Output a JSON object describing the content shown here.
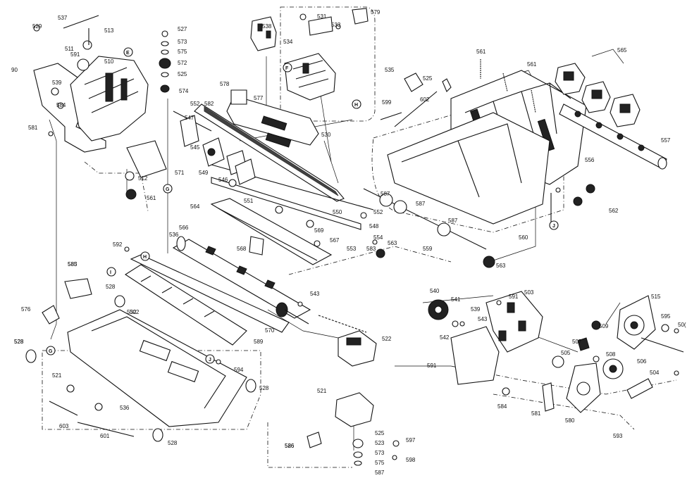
{
  "diagram": {
    "labels": [
      {
        "id": "p537",
        "text": "537"
      },
      {
        "id": "p513",
        "text": "513"
      },
      {
        "id": "p529",
        "text": "529"
      },
      {
        "id": "p511",
        "text": "511"
      },
      {
        "id": "p90",
        "text": "90"
      },
      {
        "id": "p591a",
        "text": "591"
      },
      {
        "id": "p510",
        "text": "510"
      },
      {
        "id": "p539a",
        "text": "539"
      },
      {
        "id": "p584a",
        "text": "584"
      },
      {
        "id": "p581a",
        "text": "581"
      },
      {
        "id": "p527",
        "text": "527"
      },
      {
        "id": "p573a",
        "text": "573"
      },
      {
        "id": "p575a",
        "text": "575"
      },
      {
        "id": "p572",
        "text": "572"
      },
      {
        "id": "p525a",
        "text": "525"
      },
      {
        "id": "p574",
        "text": "574"
      },
      {
        "id": "p552a",
        "text": "552"
      },
      {
        "id": "p582",
        "text": "582"
      },
      {
        "id": "p547",
        "text": "547"
      },
      {
        "id": "p545",
        "text": "545"
      },
      {
        "id": "p549",
        "text": "549"
      },
      {
        "id": "p546",
        "text": "546"
      },
      {
        "id": "p571",
        "text": "571"
      },
      {
        "id": "p512",
        "text": "512"
      },
      {
        "id": "p561a",
        "text": "561"
      },
      {
        "id": "p538",
        "text": "538"
      },
      {
        "id": "p531",
        "text": "531"
      },
      {
        "id": "p579",
        "text": "579"
      },
      {
        "id": "p533",
        "text": "533"
      },
      {
        "id": "p534",
        "text": "534"
      },
      {
        "id": "p578",
        "text": "578"
      },
      {
        "id": "p577",
        "text": "577"
      },
      {
        "id": "p530",
        "text": "530"
      },
      {
        "id": "p535",
        "text": "535"
      },
      {
        "id": "p525b",
        "text": "525"
      },
      {
        "id": "p599",
        "text": "599"
      },
      {
        "id": "p602",
        "text": "602"
      },
      {
        "id": "p561b",
        "text": "561"
      },
      {
        "id": "p561c",
        "text": "561"
      },
      {
        "id": "p565",
        "text": "565"
      },
      {
        "id": "p557",
        "text": "557"
      },
      {
        "id": "p556",
        "text": "556"
      },
      {
        "id": "p562",
        "text": "562"
      },
      {
        "id": "p560",
        "text": "560"
      },
      {
        "id": "p587a",
        "text": "587"
      },
      {
        "id": "p587b",
        "text": "587"
      },
      {
        "id": "p587c",
        "text": "587"
      },
      {
        "id": "p559",
        "text": "559"
      },
      {
        "id": "p563a",
        "text": "563"
      },
      {
        "id": "p551",
        "text": "551"
      },
      {
        "id": "p550",
        "text": "550"
      },
      {
        "id": "p564",
        "text": "564"
      },
      {
        "id": "p583",
        "text": "583"
      },
      {
        "id": "p569",
        "text": "569"
      },
      {
        "id": "p566",
        "text": "566"
      },
      {
        "id": "p536a",
        "text": "536"
      },
      {
        "id": "p567",
        "text": "567"
      },
      {
        "id": "p568",
        "text": "568"
      },
      {
        "id": "p552b",
        "text": "552"
      },
      {
        "id": "p548",
        "text": "548"
      },
      {
        "id": "p553",
        "text": "553"
      },
      {
        "id": "p554",
        "text": "554"
      },
      {
        "id": "p583b",
        "text": "583"
      },
      {
        "id": "p563b",
        "text": "563"
      },
      {
        "id": "p592",
        "text": "592"
      },
      {
        "id": "p585",
        "text": "585"
      },
      {
        "id": "p528a",
        "text": "528"
      },
      {
        "id": "p502",
        "text": "502"
      },
      {
        "id": "p543a",
        "text": "543"
      },
      {
        "id": "p540",
        "text": "540"
      },
      {
        "id": "p541",
        "text": "541"
      },
      {
        "id": "p539b",
        "text": "539"
      },
      {
        "id": "p543b",
        "text": "543"
      },
      {
        "id": "p591b",
        "text": "591"
      },
      {
        "id": "p503",
        "text": "503"
      },
      {
        "id": "p515",
        "text": "515"
      },
      {
        "id": "p595",
        "text": "595"
      },
      {
        "id": "p50x",
        "text": "50("
      },
      {
        "id": "p576",
        "text": "576"
      },
      {
        "id": "p528b",
        "text": "528"
      },
      {
        "id": "p570",
        "text": "570"
      },
      {
        "id": "p589",
        "text": "589"
      },
      {
        "id": "p542",
        "text": "542"
      },
      {
        "id": "p522",
        "text": "522"
      },
      {
        "id": "p509",
        "text": "509"
      },
      {
        "id": "p507",
        "text": "507"
      },
      {
        "id": "p508",
        "text": "508"
      },
      {
        "id": "p505",
        "text": "505"
      },
      {
        "id": "p506",
        "text": "506"
      },
      {
        "id": "p504",
        "text": "504"
      },
      {
        "id": "p591c",
        "text": "591"
      },
      {
        "id": "p594",
        "text": "594"
      },
      {
        "id": "p528c",
        "text": "528"
      },
      {
        "id": "p521a",
        "text": "521"
      },
      {
        "id": "p536b",
        "text": "536"
      },
      {
        "id": "p603",
        "text": "603"
      },
      {
        "id": "p601",
        "text": "601"
      },
      {
        "id": "p526",
        "text": "526"
      },
      {
        "id": "p521b",
        "text": "521"
      },
      {
        "id": "p525c",
        "text": "525"
      },
      {
        "id": "p523",
        "text": "523"
      },
      {
        "id": "p573b",
        "text": "573"
      },
      {
        "id": "p575b",
        "text": "575"
      },
      {
        "id": "p587d",
        "text": "587"
      },
      {
        "id": "p597",
        "text": "597"
      },
      {
        "id": "p598",
        "text": "598"
      },
      {
        "id": "p586",
        "text": "586"
      },
      {
        "id": "p584b",
        "text": "584"
      },
      {
        "id": "p581b",
        "text": "581"
      },
      {
        "id": "p580",
        "text": "580"
      },
      {
        "id": "p593",
        "text": "593"
      },
      {
        "id": "p528d",
        "text": "528"
      },
      {
        "id": "p528e",
        "text": "528"
      },
      {
        "id": "p532",
        "text": "532"
      }
    ],
    "callouts": [
      {
        "id": "cE",
        "text": "E"
      },
      {
        "id": "cG",
        "text": "G"
      },
      {
        "id": "cF",
        "text": "F"
      },
      {
        "id": "cH",
        "text": "H"
      },
      {
        "id": "cH2",
        "text": "H"
      },
      {
        "id": "cI",
        "text": "I"
      },
      {
        "id": "cJ",
        "text": "J"
      },
      {
        "id": "cJ2",
        "text": "J"
      },
      {
        "id": "cG2",
        "text": "G"
      }
    ]
  }
}
